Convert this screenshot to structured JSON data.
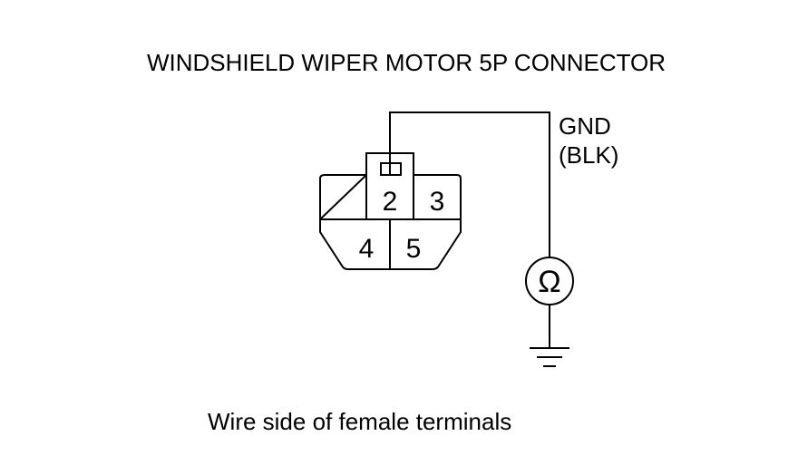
{
  "title": "WINDSHIELD WIPER MOTOR 5P CONNECTOR",
  "caption": "Wire side of female terminals",
  "ground_label": {
    "line1": "GND",
    "line2": "(BLK)"
  },
  "terminals": {
    "t2": "2",
    "t3": "3",
    "t4": "4",
    "t5": "5"
  },
  "meter_symbol": "Ω",
  "icons": {
    "meter": "ohmmeter-icon",
    "ground": "ground-icon"
  },
  "colors": {
    "line": "#000000",
    "background": "#ffffff"
  }
}
